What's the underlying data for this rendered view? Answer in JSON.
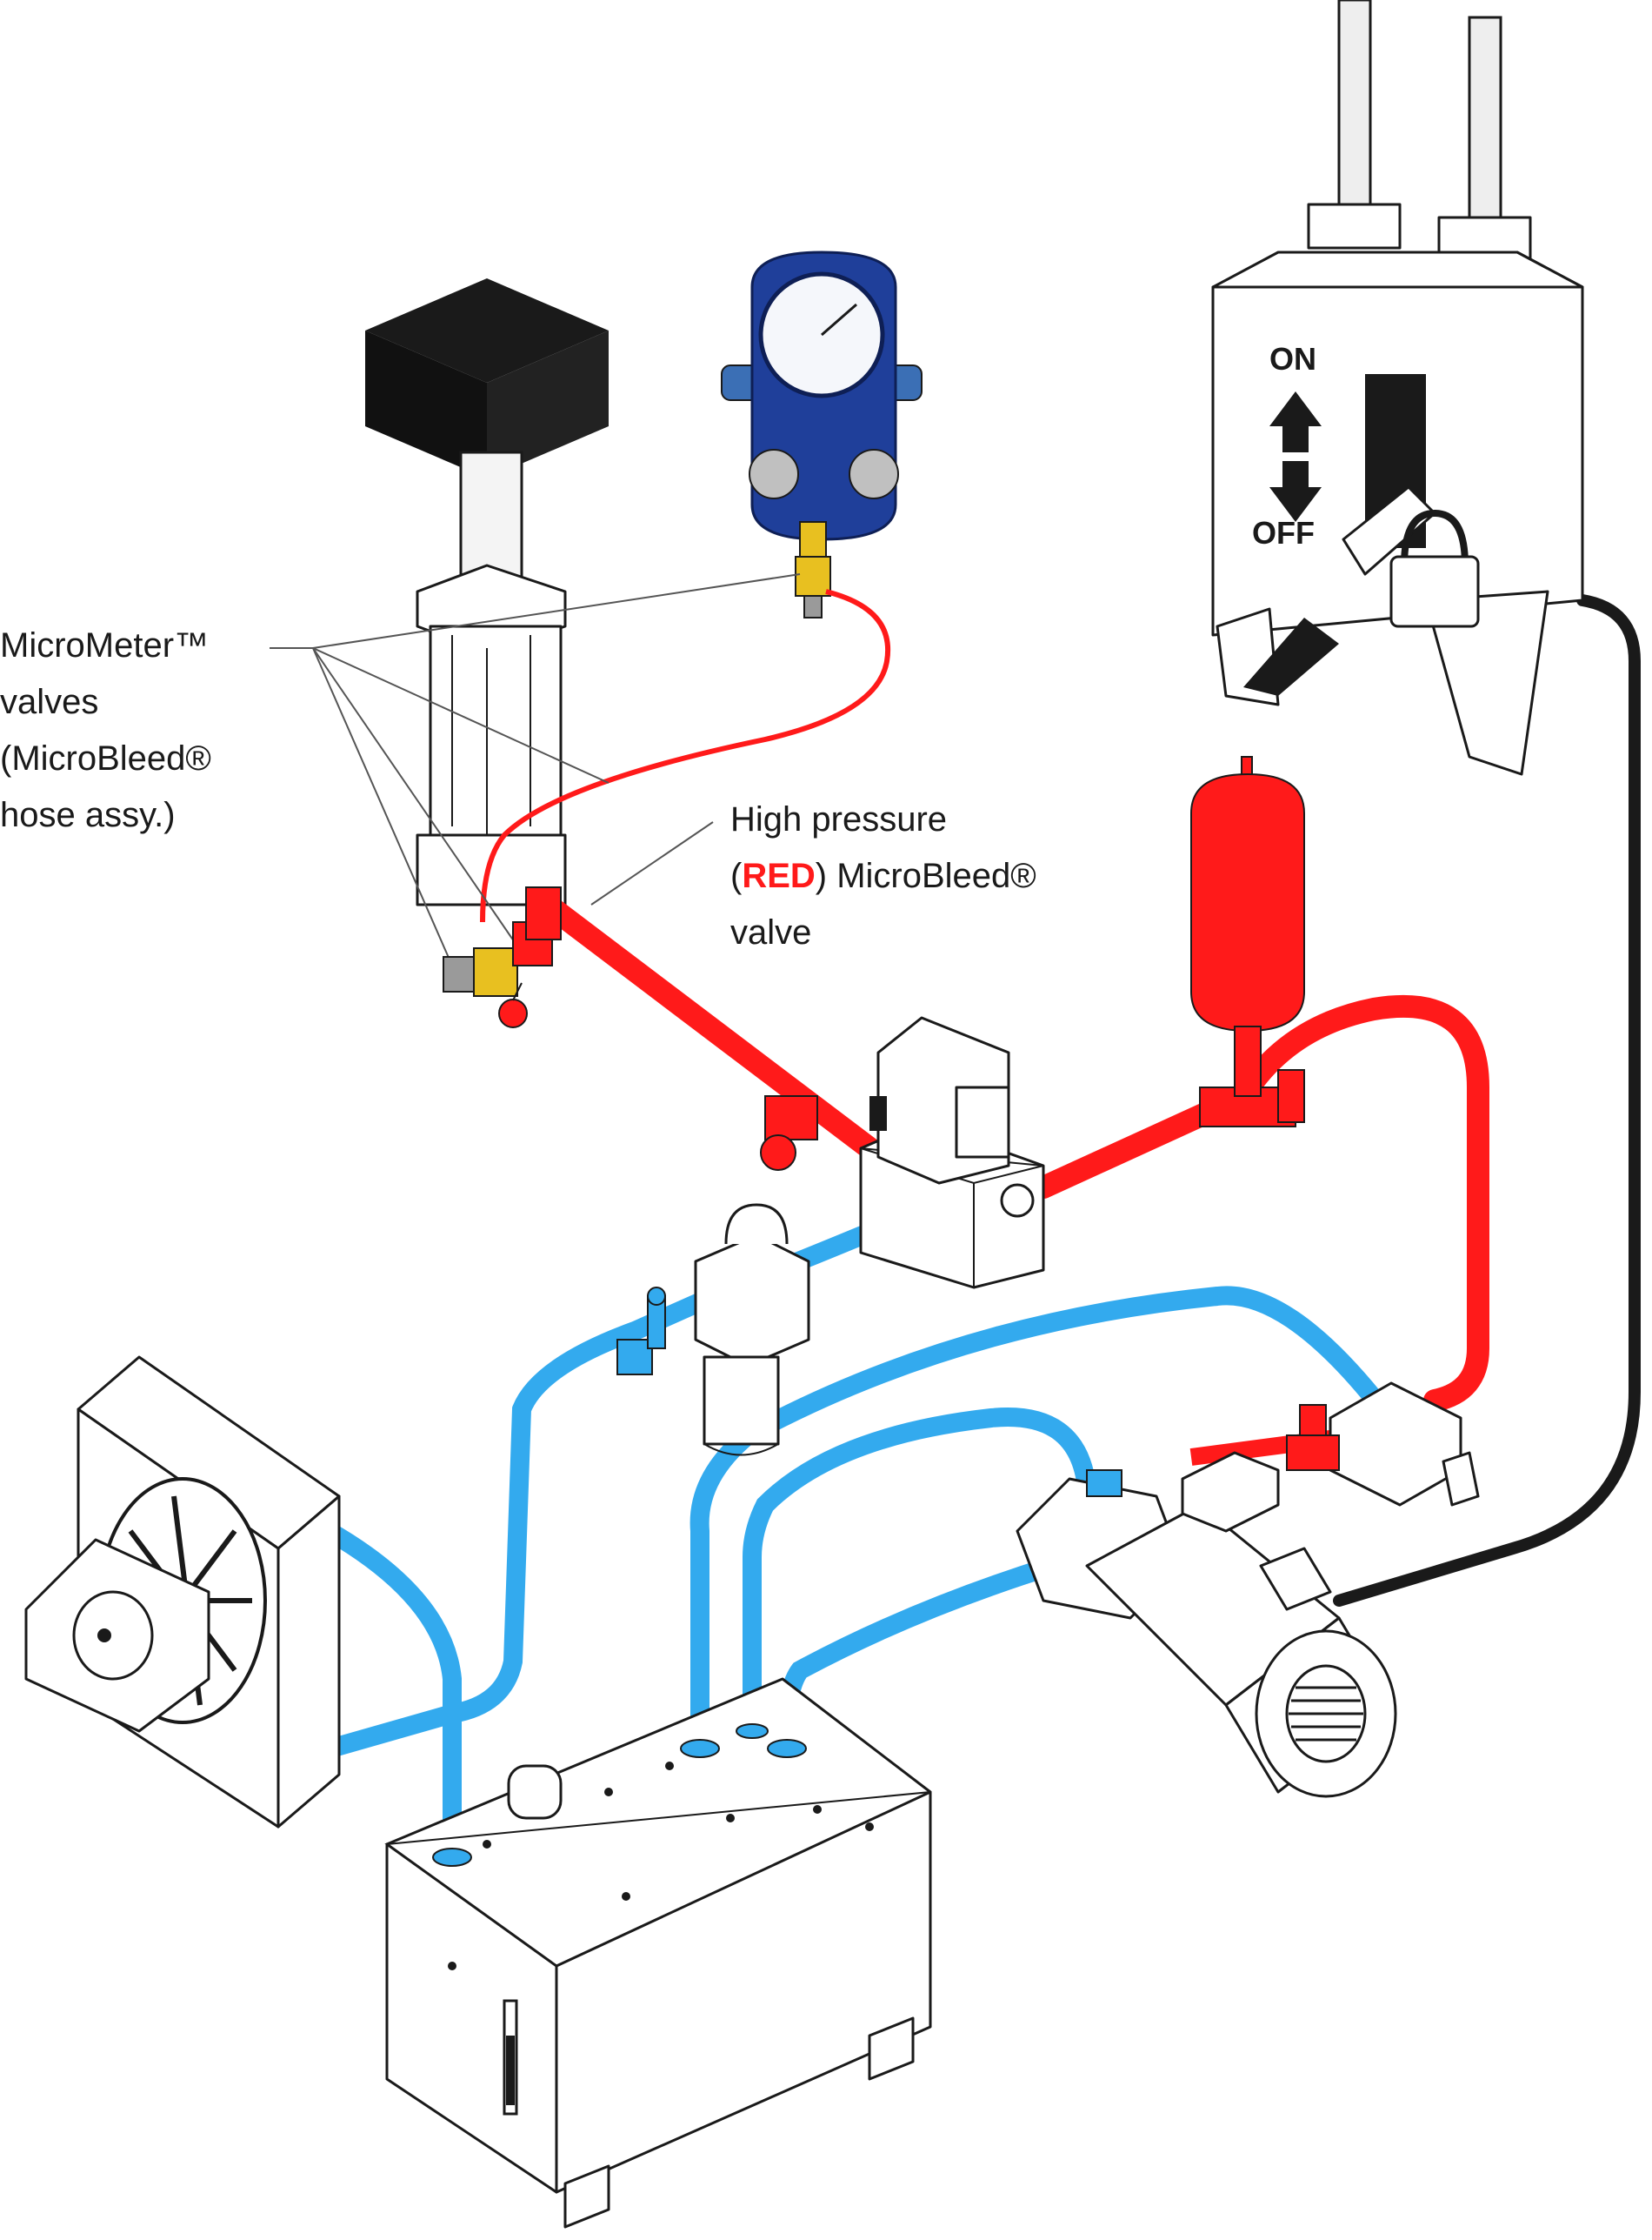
{
  "labels": {
    "micrometer_valves": [
      "MicroMeter™",
      "valves",
      "(MicroBleed®",
      "hose assy.)"
    ],
    "high_pressure_line1": "High pressure",
    "high_pressure_open": "(",
    "high_pressure_red": "RED",
    "high_pressure_rest": ") MicroBleed®",
    "high_pressure_line3": "valve"
  },
  "disconnect_switch": {
    "on_label": "ON",
    "off_label": "OFF"
  },
  "colors": {
    "pressure_line": "#ff1a1a",
    "return_line": "#33aaee",
    "power_cable": "#1a1a1a",
    "brass_fitting": "#e8c020",
    "gauge_body": "#1f3f9a"
  },
  "icons": [
    "load-weight-icon",
    "pressure-gauge-icon",
    "disconnect-switch-icon",
    "padlock-icon",
    "accumulator-icon",
    "servo-valve-icon",
    "filter-icon",
    "cooling-fan-icon",
    "reservoir-tank-icon",
    "electric-motor-icon",
    "pump-icon"
  ]
}
